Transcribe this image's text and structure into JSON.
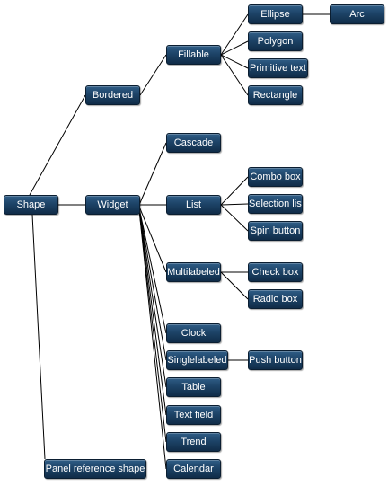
{
  "colors": {
    "node_fill": "#1d4367",
    "node_border": "#0b1e31",
    "edge": "#000000",
    "text": "#ffffff"
  },
  "nodes": {
    "shape": "Shape",
    "bordered": "Bordered",
    "widget": "Widget",
    "panel_reference_shape": "Panel reference shape",
    "fillable": "Fillable",
    "ellipse": "Ellipse",
    "arc": "Arc",
    "polygon": "Polygon",
    "primitive_text": "Primitive text",
    "rectangle": "Rectangle",
    "cascade": "Cascade",
    "list": "List",
    "combo_box": "Combo box",
    "selection_list": "Selection list",
    "spin_button": "Spin button",
    "multilabeled": "Multilabeled",
    "check_box": "Check box",
    "radio_box": "Radio box",
    "clock": "Clock",
    "singlelabeled": "Singlelabeled",
    "push_button": "Push button",
    "table": "Table",
    "text_field": "Text field",
    "trend": "Trend",
    "calendar": "Calendar"
  }
}
